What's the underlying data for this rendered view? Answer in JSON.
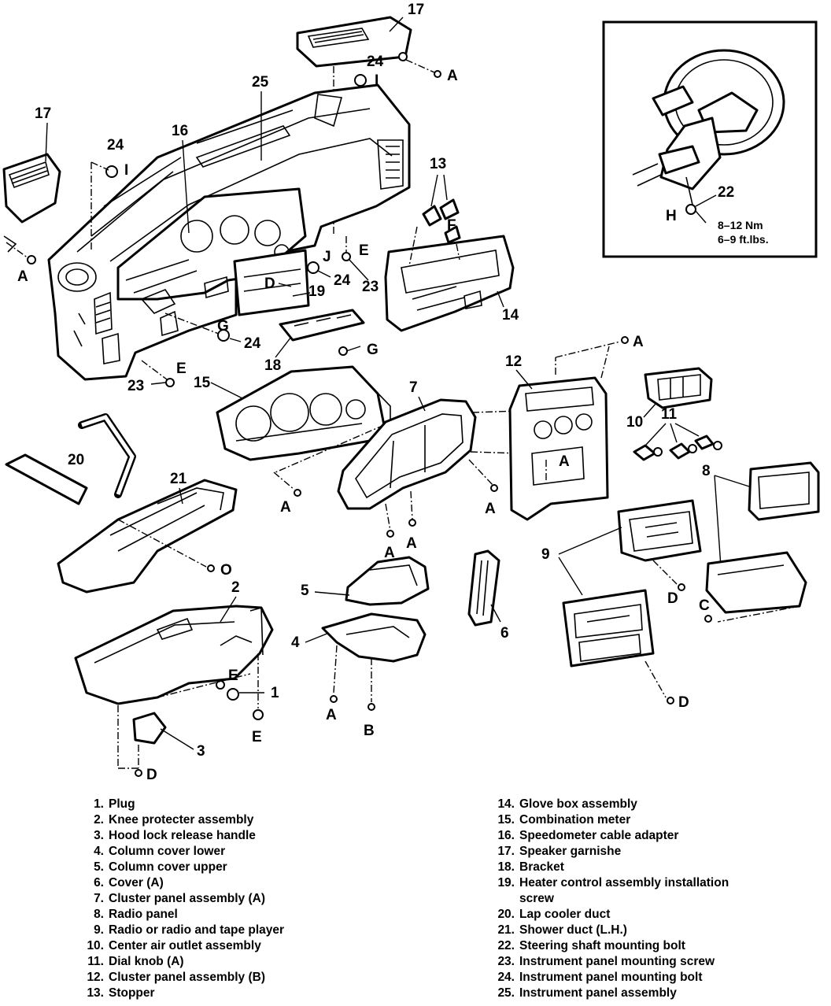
{
  "callouts": {
    "c17a": "17",
    "c17b": "17",
    "c25": "25",
    "c24a": "24",
    "c24b": "24",
    "c24c": "24",
    "c24d": "24",
    "c16": "16",
    "c13": "13",
    "c14": "14",
    "c19": "19",
    "c18": "18",
    "c23a": "23",
    "c23b": "23",
    "c12": "12",
    "c15": "15",
    "c7": "7",
    "c10": "10",
    "c11": "11",
    "c8": "8",
    "c20": "20",
    "c21": "21",
    "c9": "9",
    "c2": "2",
    "c5": "5",
    "c4": "4",
    "c6": "6",
    "c1": "1",
    "c3": "3",
    "c22": "22"
  },
  "letters": {
    "A1": "A",
    "A2": "A",
    "A3": "A",
    "A4": "A",
    "A5": "A",
    "A6": "A",
    "A7": "A",
    "A8": "A",
    "A9": "A",
    "B1": "B",
    "C1": "C",
    "D1": "D",
    "D2": "D",
    "D3": "D",
    "D4": "D",
    "E1": "E",
    "E2": "E",
    "E3": "E",
    "E4": "E",
    "F1": "F",
    "G1": "G",
    "G2": "G",
    "H1": "H",
    "I1": "I",
    "I2": "I",
    "J1": "J",
    "O1": "O"
  },
  "inset": {
    "torque_nm": "8–12 Nm",
    "torque_ftlbs": "6–9 ft.lbs."
  },
  "legend_left": [
    {
      "num": "1.",
      "text": "Plug"
    },
    {
      "num": "2.",
      "text": "Knee protecter assembly"
    },
    {
      "num": "3.",
      "text": "Hood lock release handle"
    },
    {
      "num": "4.",
      "text": "Column cover lower"
    },
    {
      "num": "5.",
      "text": "Column cover upper"
    },
    {
      "num": "6.",
      "text": "Cover (A)"
    },
    {
      "num": "7.",
      "text": "Cluster panel assembly (A)"
    },
    {
      "num": "8.",
      "text": "Radio panel"
    },
    {
      "num": "9.",
      "text": "Radio or radio and tape player"
    },
    {
      "num": "10.",
      "text": "Center air outlet assembly"
    },
    {
      "num": "11.",
      "text": "Dial knob (A)"
    },
    {
      "num": "12.",
      "text": "Cluster panel assembly (B)"
    },
    {
      "num": "13.",
      "text": "Stopper"
    }
  ],
  "legend_right": [
    {
      "num": "14.",
      "text": "Glove box assembly"
    },
    {
      "num": "15.",
      "text": "Combination meter"
    },
    {
      "num": "16.",
      "text": "Speedometer cable adapter"
    },
    {
      "num": "17.",
      "text": "Speaker garnishe"
    },
    {
      "num": "18.",
      "text": "Bracket"
    },
    {
      "num": "19.",
      "text": "Heater control assembly installation"
    },
    {
      "num": "",
      "text": "screw"
    },
    {
      "num": "20.",
      "text": "Lap cooler duct"
    },
    {
      "num": "21.",
      "text": "Shower duct (L.H.)"
    },
    {
      "num": "22.",
      "text": "Steering shaft mounting bolt"
    },
    {
      "num": "23.",
      "text": "Instrument panel mounting screw"
    },
    {
      "num": "24.",
      "text": "Instrument panel mounting bolt"
    },
    {
      "num": "25.",
      "text": "Instrument panel assembly"
    }
  ]
}
